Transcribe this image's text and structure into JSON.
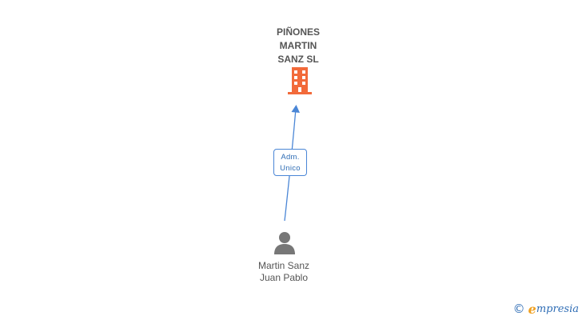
{
  "company": {
    "name": "PIÑONES\nMARTIN\nSANZ SL",
    "icon": "building-icon",
    "icon_color": "#f26a3a"
  },
  "relation": {
    "role_line1": "Adm.",
    "role_line2": "Unico",
    "color": "#4a86d6"
  },
  "person": {
    "name_line1": "Martin Sanz",
    "name_line2": "Juan Pablo",
    "icon": "person-icon",
    "icon_color": "#777777"
  },
  "branding": {
    "copyright": "©",
    "logo_initial": "e",
    "logo_rest": "mpresia"
  }
}
